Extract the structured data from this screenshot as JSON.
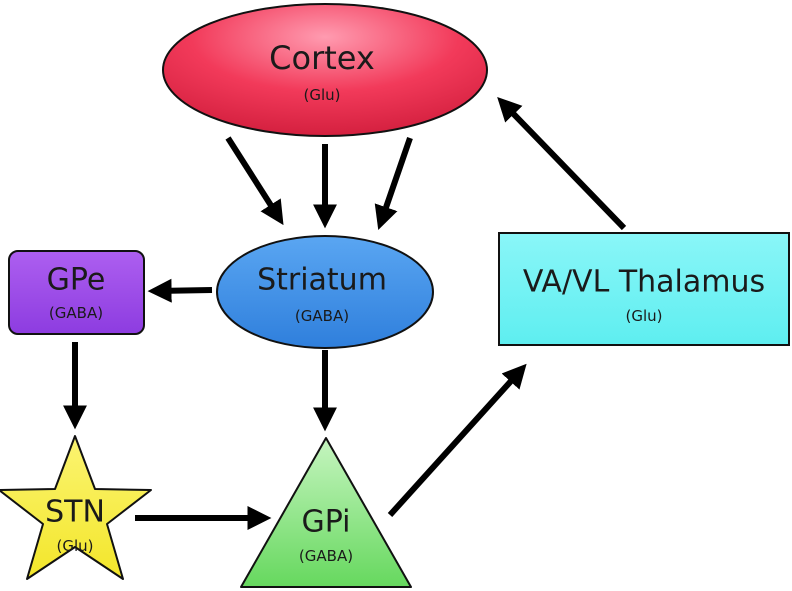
{
  "colors": {
    "cortex": "#f0304f",
    "striatum": "#3a8ce6",
    "gpe": "#9a48e8",
    "stn": "#f8ee3a",
    "gpi": "#7ee27a",
    "thalamus": "#6ef2f4",
    "arrow": "#000000"
  },
  "nodes": {
    "cortex": {
      "label": "Cortex",
      "transmitter": "(Glu)"
    },
    "striatum": {
      "label": "Striatum",
      "transmitter": "(GABA)"
    },
    "gpe": {
      "label": "GPe",
      "transmitter": "(GABA)"
    },
    "stn": {
      "label": "STN",
      "transmitter": "(Glu)"
    },
    "gpi": {
      "label": "GPi",
      "transmitter": "(GABA)"
    },
    "thalamus": {
      "label": "VA/VL Thalamus",
      "transmitter": "(Glu)"
    }
  },
  "edges": [
    {
      "from": "cortex",
      "to": "striatum"
    },
    {
      "from": "cortex",
      "to": "striatum"
    },
    {
      "from": "cortex",
      "to": "striatum"
    },
    {
      "from": "striatum",
      "to": "gpe"
    },
    {
      "from": "striatum",
      "to": "gpi"
    },
    {
      "from": "gpe",
      "to": "stn"
    },
    {
      "from": "stn",
      "to": "gpi"
    },
    {
      "from": "gpi",
      "to": "thalamus"
    },
    {
      "from": "thalamus",
      "to": "cortex"
    }
  ]
}
